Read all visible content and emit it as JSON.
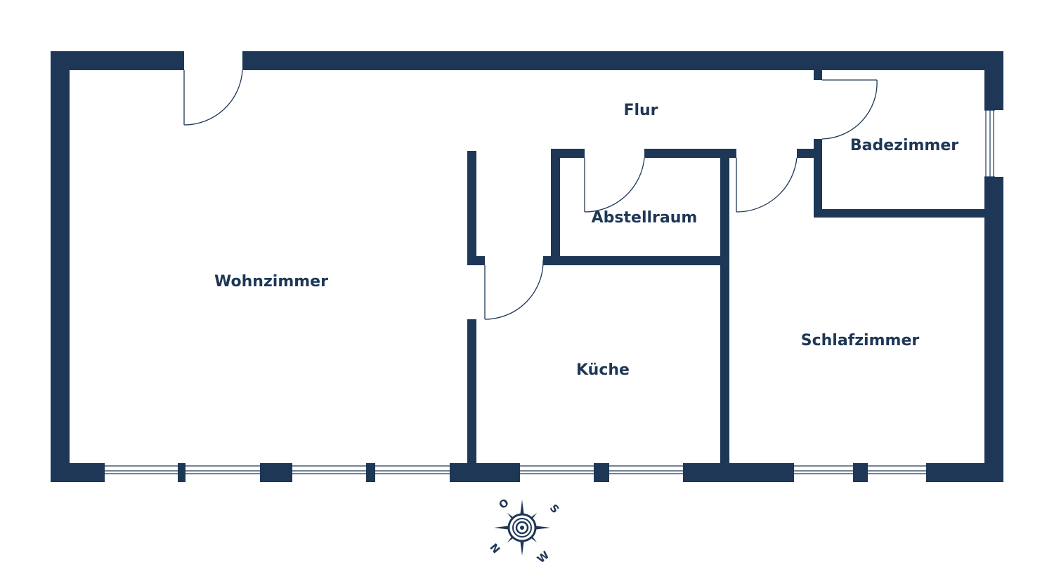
{
  "colors": {
    "wall": "#1e3756",
    "background": "#ffffff",
    "window_fill": "#ffffff"
  },
  "rooms": {
    "flur": "Flur",
    "badezimmer": "Badezimmer",
    "abstellraum": "Abstellraum",
    "wohnzimmer": "Wohnzimmer",
    "schlafzimmer": "Schlafzimmer",
    "kueche": "Küche"
  },
  "compass": {
    "north": "N",
    "east": "O",
    "south": "S",
    "west": "W"
  }
}
